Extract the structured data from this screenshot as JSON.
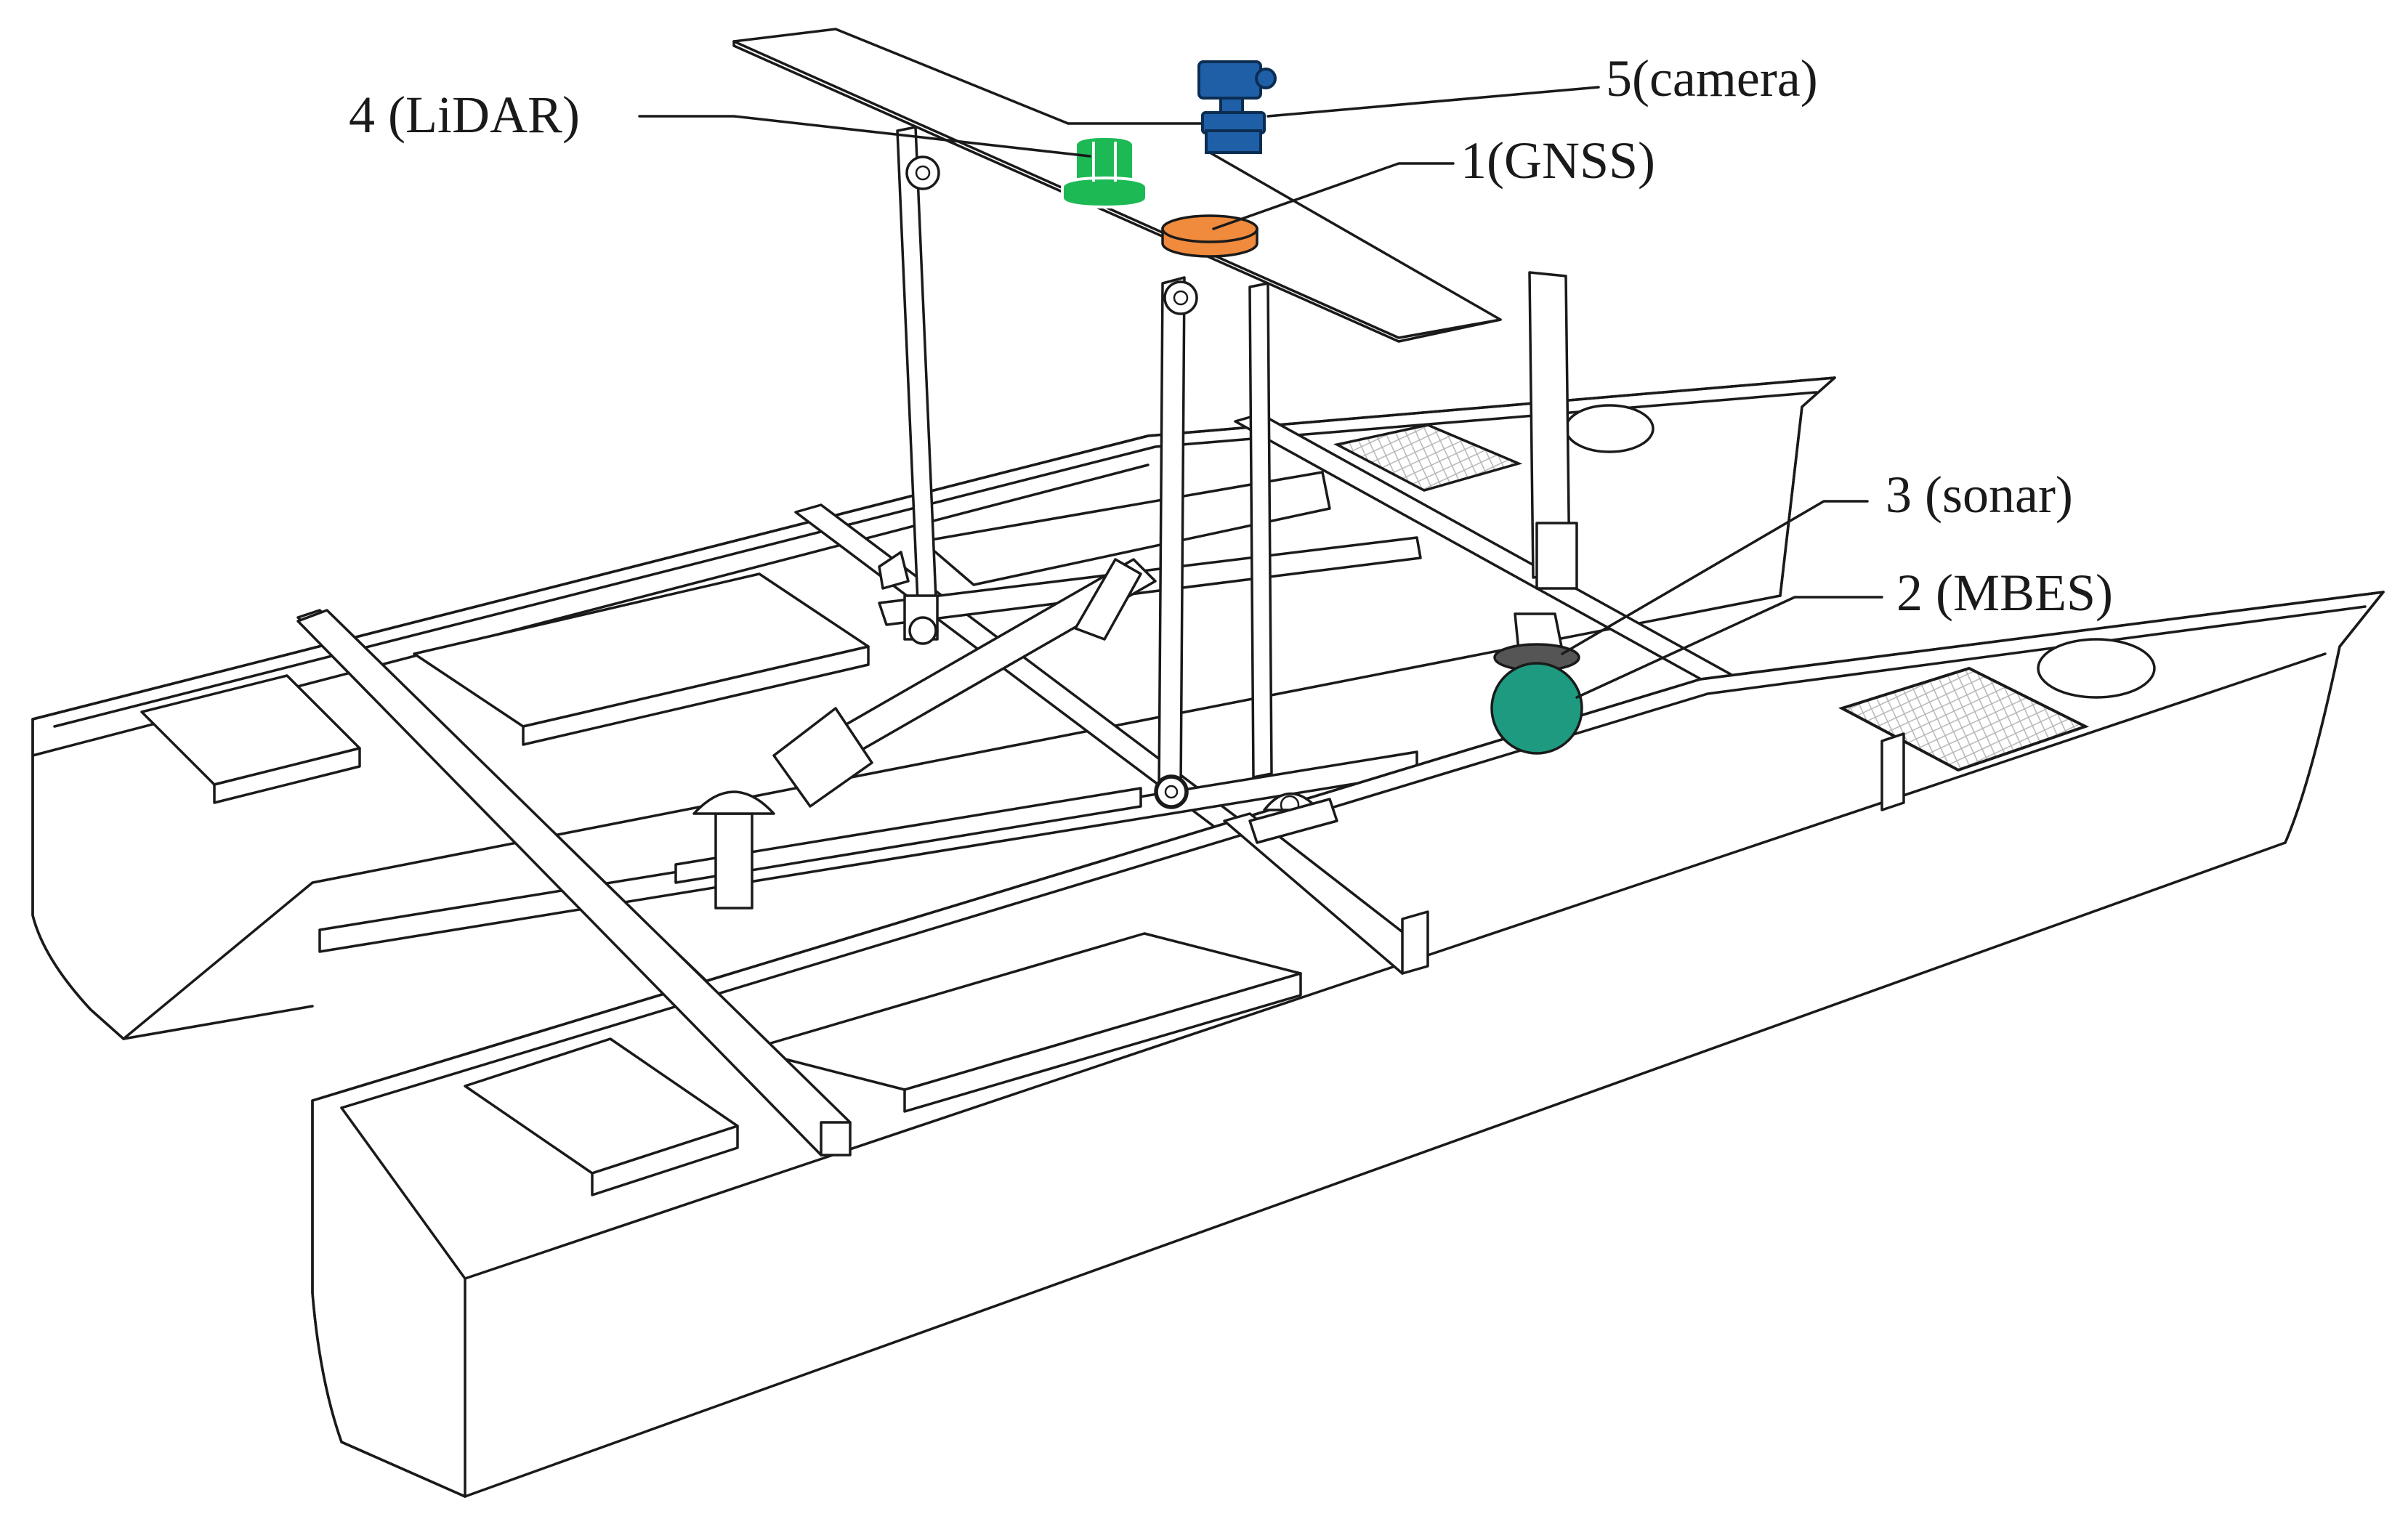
{
  "labels": {
    "lidar": "4 (LiDAR)",
    "camera": "5(camera)",
    "gnss": "1(GNSS)",
    "sonar": "3 (sonar)",
    "mbes": "2 (MBES)"
  },
  "colors": {
    "lidar": "#1db954",
    "camera": "#1f5fa8",
    "gnss": "#f08a3c",
    "sonar_cap": "#555555",
    "mbes": "#1e9a80",
    "lines": "#1a1a1a"
  }
}
